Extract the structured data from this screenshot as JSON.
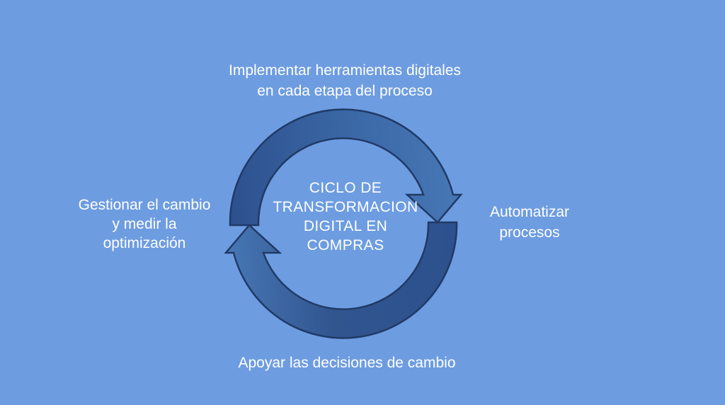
{
  "slide": {
    "background_color": "#6D9CE1",
    "text_color": "#FFFFFF",
    "center_title": {
      "lines": [
        "CICLO DE",
        "TRANSFORMACION",
        "DIGITAL EN",
        "COMPRAS"
      ]
    },
    "labels": {
      "top": {
        "lines": [
          "Implementar herramientas digitales",
          "en cada etapa del proceso"
        ]
      },
      "right": {
        "lines": [
          "Automatizar",
          "procesos"
        ]
      },
      "bottom": {
        "lines": [
          "Apoyar las decisiones de cambio"
        ]
      },
      "left": {
        "lines": [
          "Gestionar el cambio",
          "y medir la",
          "optimización"
        ]
      }
    },
    "cycle": {
      "shape": "two-arrow-circular-cycle",
      "direction": "clockwise",
      "colors": {
        "arrow_dark": "#2D518E",
        "arrow_dark2": "#31558F",
        "arrow_mid": "#3A66A4",
        "arrow_light": "#4777B5",
        "arrow_outline": "#203A66"
      }
    }
  }
}
